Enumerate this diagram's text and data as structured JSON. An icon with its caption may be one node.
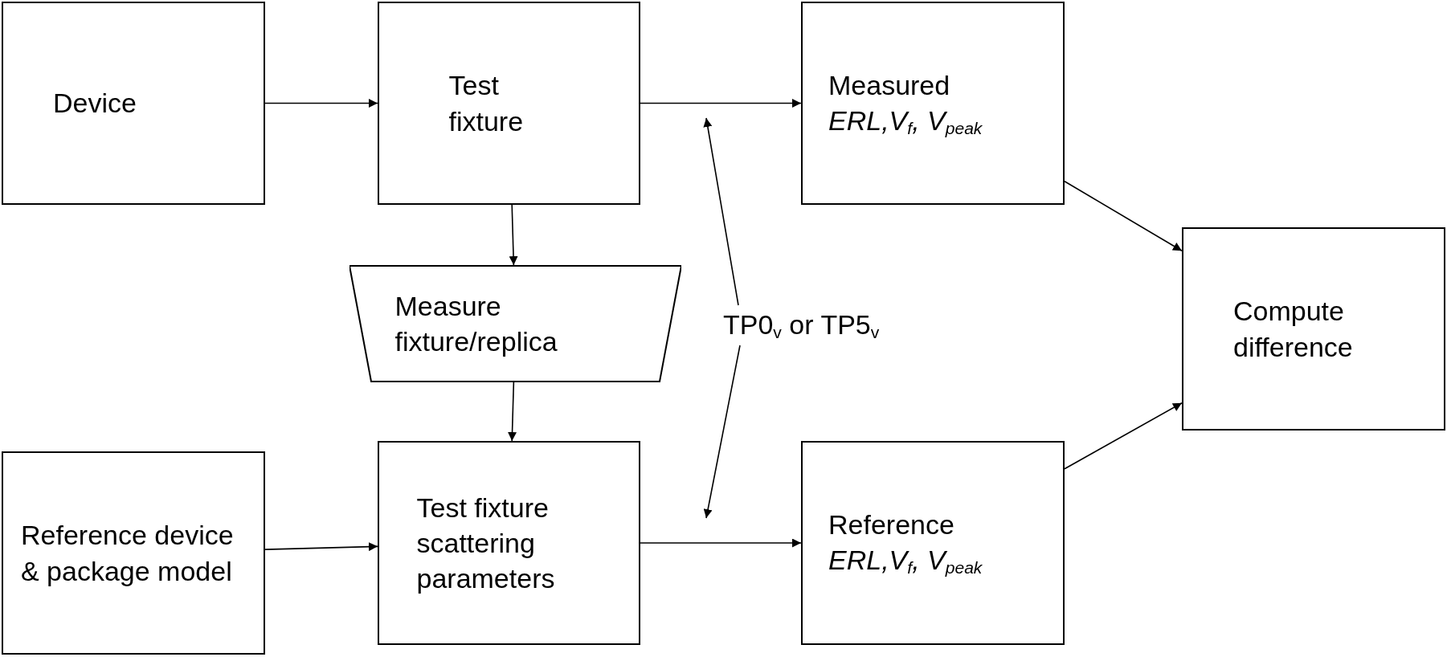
{
  "diagram": {
    "nodes": [
      {
        "text": [
          "Device"
        ]
      },
      {
        "text": [
          "Test fixture"
        ]
      },
      {
        "text": [
          "Measured",
          "ERL,V$_{f}$, V$_{peak}$"
        ]
      },
      {
        "text": [
          "Measure fixture/replica"
        ]
      },
      {
        "text": [
          "Compute difference"
        ]
      },
      {
        "text": [
          "Reference device & package model"
        ]
      },
      {
        "text": [
          "Test fixture scattering parameters"
        ]
      },
      {
        "text": [
          "Reference",
          "ERL,V$_{f}$, V$_{peak}$"
        ]
      },
      {
        "text": [
          "TP0$_{v}$ or TP5$_{v}$"
        ]
      }
    ],
    "edges": [
      {
        "from": 0,
        "to": 1,
        "arrow": "to"
      },
      {
        "from": 1,
        "to": 2,
        "arrow": "to"
      },
      {
        "from": 1,
        "to": 3,
        "arrow": "to"
      },
      {
        "from": 3,
        "to": 6,
        "arrow": "to"
      },
      {
        "from": 5,
        "to": 6,
        "arrow": "to"
      },
      {
        "from": 6,
        "to": 7,
        "arrow": "to"
      },
      {
        "from": 2,
        "to": 4,
        "arrow": "to"
      },
      {
        "from": 7,
        "to": 4,
        "arrow": "to"
      },
      {
        "from": 8,
        "to": null,
        "arrow": "to"
      },
      {
        "from": 8,
        "to": null,
        "arrow": "to"
      }
    ]
  }
}
